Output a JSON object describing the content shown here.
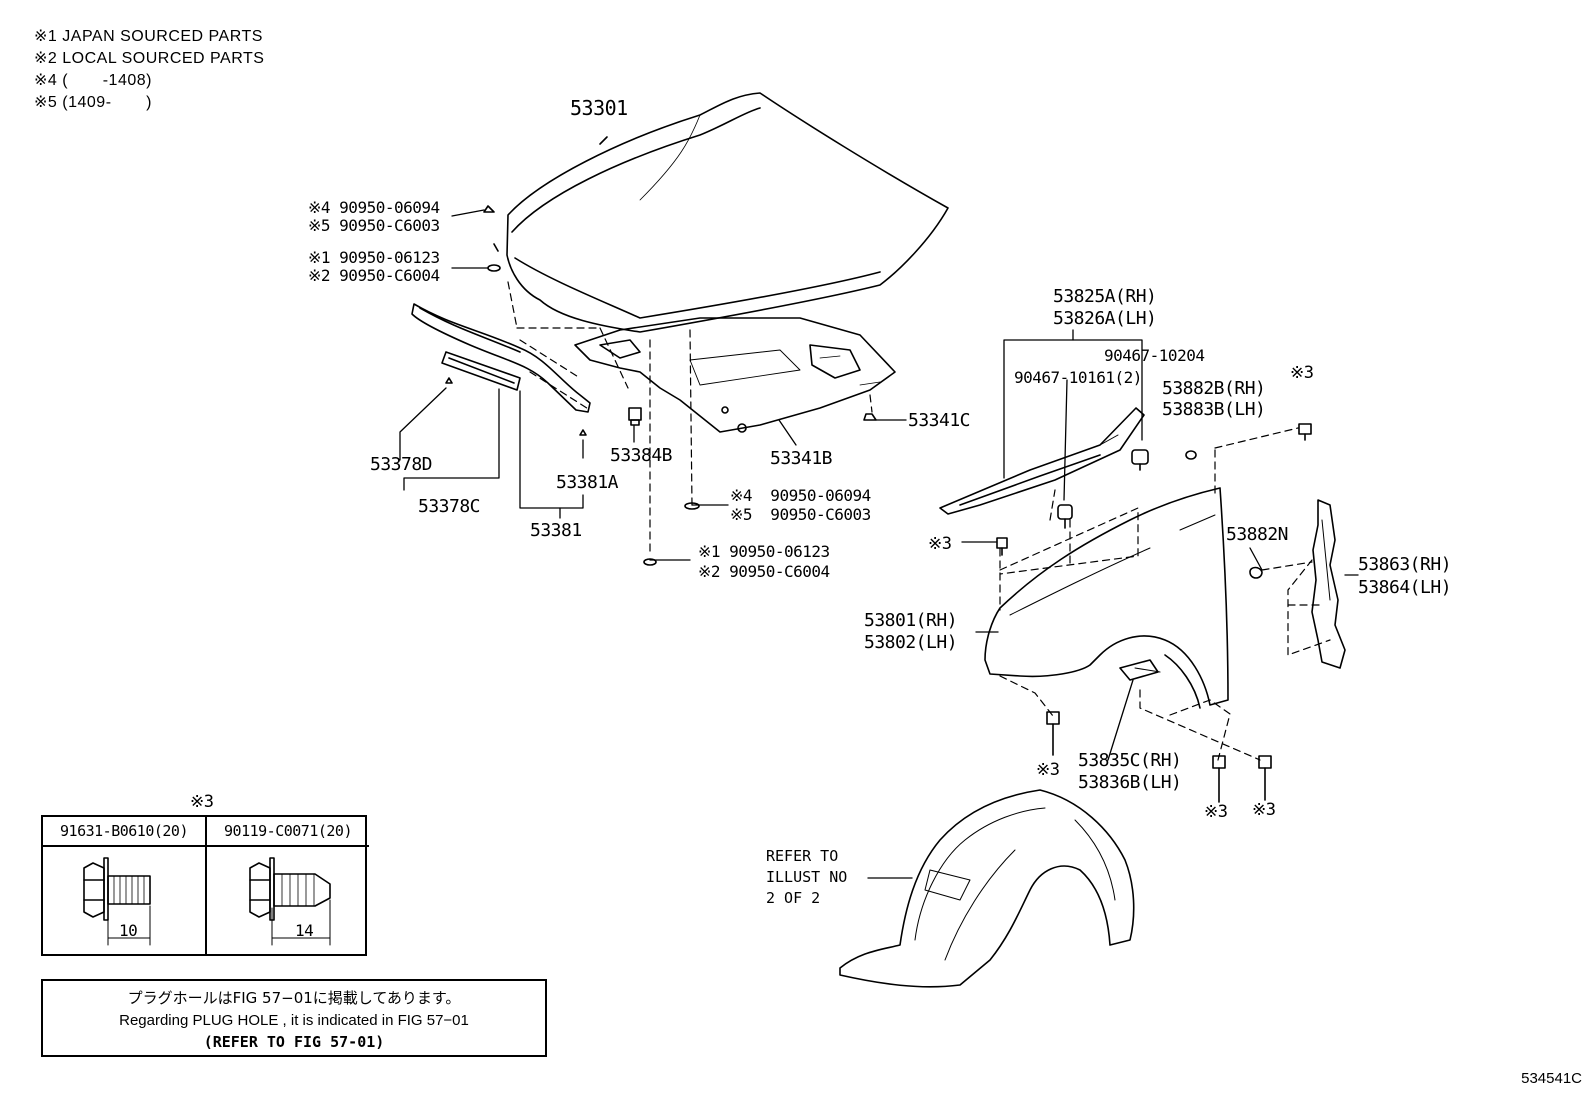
{
  "legend": [
    {
      "mark": "※1",
      "text": "JAPAN SOURCED PARTS"
    },
    {
      "mark": "※2",
      "text": "LOCAL SOURCED PARTS"
    },
    {
      "mark": "※4",
      "text": "(       -1408)"
    },
    {
      "mark": "※5",
      "text": "(1409-       )"
    }
  ],
  "parts": {
    "hood": "53301",
    "hood_insulator": "53341B",
    "insulator_clip": "53341C",
    "cushion": "53384B",
    "seal_d": "53378D",
    "seal_c": "53378C",
    "seal_a": "53381A",
    "seal": "53381",
    "fender_rh": "53801(RH)",
    "fender_lh": "53802(LH)",
    "protector_rh": "53825A(RH)",
    "protector_lh": "53826A(LH)",
    "clip_10204": "90467-10204",
    "clip_10161": "90467-10161(2)",
    "cushion_b_rh": "53882B(RH)",
    "cushion_b_lh": "53883B(LH)",
    "cushion_n": "53882N",
    "seal_rh": "53863(RH)",
    "seal_lh": "53864(LH)",
    "bracket_rh": "53835C(RH)",
    "bracket_lh": "53836B(LH)"
  },
  "callouts": {
    "top_a1": "※4 90950-06094",
    "top_a2": "※5 90950-C6003",
    "top_b1": "※1 90950-06123",
    "top_b2": "※2 90950-C6004",
    "low_a1": "※4  90950-06094",
    "low_a2": "※5  90950-C6003",
    "low_b1": "※1 90950-06123",
    "low_b2": "※2 90950-C6004",
    "star3": "※3"
  },
  "bolt_table": {
    "title": "※3",
    "left": {
      "part": "91631-B0610(20)",
      "dim": "10"
    },
    "right": {
      "part": "90119-C0071(20)",
      "dim": "14"
    }
  },
  "refer_text": "REFER TO\nILLUST NO\n2 OF 2",
  "note": {
    "jp": "プラグホールはFIG 57−01に掲載してあります。",
    "en": "Regarding  PLUG  HOLE , it is indicated in FIG  57−01",
    "ref": "(REFER TO FIG 57-01)"
  },
  "diagram_code": "534541C"
}
